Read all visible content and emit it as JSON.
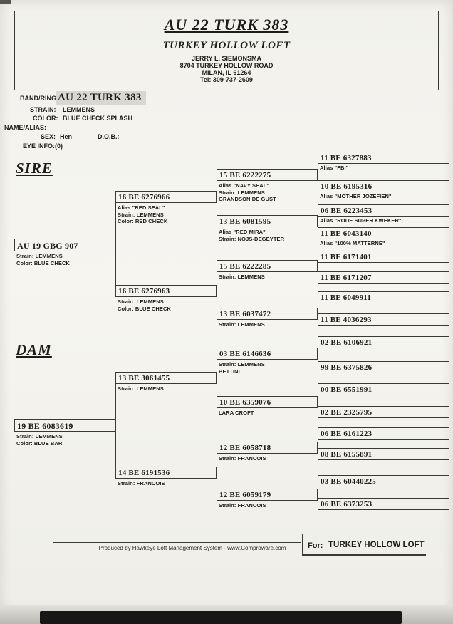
{
  "header": {
    "title": "AU 22 TURK 383",
    "loft_name": "TURKEY HOLLOW LOFT",
    "owner": "JERRY L. SIEMONSMA",
    "address_line1": "8704 TURKEY HOLLOW ROAD",
    "address_line2": "MILAN, IL 61264",
    "phone": "Tel: 309-737-2609"
  },
  "bird_info": {
    "band_label": "BAND/RING:",
    "band_value": "AU 22 TURK 383",
    "strain_label": "STRAIN:",
    "strain_value": "LEMMENS",
    "color_label": "COLOR:",
    "color_value": "BLUE CHECK SPLASH",
    "name_alias_label": "NAME/ALIAS:",
    "sex_label": "SEX:",
    "sex_value": "Hen",
    "dob_label": "D.O.B.:",
    "eye_info_label": "EYE INFO:(0)"
  },
  "section_labels": {
    "sire": "SIRE",
    "dam": "DAM"
  },
  "pedigree": {
    "gen1": [
      {
        "band": "AU 19 GBG 907",
        "line1": "Strain: LEMMENS",
        "line2": "Color: BLUE CHECK"
      },
      {
        "band": "19 BE 6083619",
        "line1": "Strain: LEMMENS",
        "line2": "Color: BLUE BAR"
      }
    ],
    "gen2": [
      {
        "band": "16 BE 6276966",
        "line1": "Alias \"RED SEAL\"",
        "line2": "Strain: LEMMENS",
        "line3": "Color: RED CHECK"
      },
      {
        "band": "16 BE 6276963",
        "line1": "Strain: LEMMENS",
        "line2": "Color: BLUE CHECK",
        "line3": ""
      },
      {
        "band": "13 BE 3061455",
        "line1": "Strain: LEMMENS",
        "line2": "",
        "line3": ""
      },
      {
        "band": "14 BE 6191536",
        "line1": "Strain: FRANCOIS",
        "line2": "",
        "line3": ""
      }
    ],
    "gen3": [
      {
        "band": "15 BE 6222275",
        "line1": "Alias \"NAVY SEAL\"",
        "line2": "Strain: LEMMENS",
        "line3": "GRANDSON DE GUST"
      },
      {
        "band": "13 BE 6081595",
        "line1": "Alias \"RED MIRA\"",
        "line2": "Strain: NOJS-DEGEYTER",
        "line3": ""
      },
      {
        "band": "15 BE 6222285",
        "line1": "Strain: LEMMENS",
        "line2": "",
        "line3": ""
      },
      {
        "band": "13 BE 6037472",
        "line1": "Strain: LEMMENS",
        "line2": "",
        "line3": ""
      },
      {
        "band": "03 BE 6146636",
        "line1": "Strain: LEMMENS",
        "line2": "BETTINI",
        "line3": ""
      },
      {
        "band": "10 BE 6359076",
        "line1": "LARA CROFT",
        "line2": "",
        "line3": ""
      },
      {
        "band": "12 BE 6058718",
        "line1": "Strain: FRANCOIS",
        "line2": "",
        "line3": ""
      },
      {
        "band": "12 BE 6059179",
        "line1": "Strain: FRANCOIS",
        "line2": "",
        "line3": ""
      }
    ],
    "gen4": [
      {
        "band": "11 BE 6327883",
        "alias": "Alias \"FBI\""
      },
      {
        "band": "10 BE 6195316",
        "alias": "Alias \"MOTHER JOZEFIEN\""
      },
      {
        "band": "06 BE 6223453",
        "alias": "Alias \"RODE SUPER KWEKER\""
      },
      {
        "band": "11 BE 6043140",
        "alias": "Alias \"100% MATTERNE\""
      },
      {
        "band": "11 BE 6171401",
        "alias": ""
      },
      {
        "band": "11 BE 6171207",
        "alias": ""
      },
      {
        "band": "11 BE 6049911",
        "alias": ""
      },
      {
        "band": "11 BE 4036293",
        "alias": ""
      },
      {
        "band": "02 BE 6106921",
        "alias": ""
      },
      {
        "band": "99 BE 6375826",
        "alias": ""
      },
      {
        "band": "00 BE 6551991",
        "alias": ""
      },
      {
        "band": "02 BE 2325795",
        "alias": ""
      },
      {
        "band": "06 BE 6161223",
        "alias": ""
      },
      {
        "band": "08 BE 6155891",
        "alias": ""
      },
      {
        "band": "03 BE 60440225",
        "alias": ""
      },
      {
        "band": "06 BE 6373253",
        "alias": ""
      }
    ]
  },
  "footer": {
    "produced_by": "Produced by Hawkeye Loft Management System - www.Comproware.com",
    "for_label": "For:",
    "for_value": "TURKEY HOLLOW LOFT"
  },
  "colors": {
    "paper": "#f4f3ee",
    "ink": "#3a3935",
    "highlight": "#d8d7d0"
  }
}
